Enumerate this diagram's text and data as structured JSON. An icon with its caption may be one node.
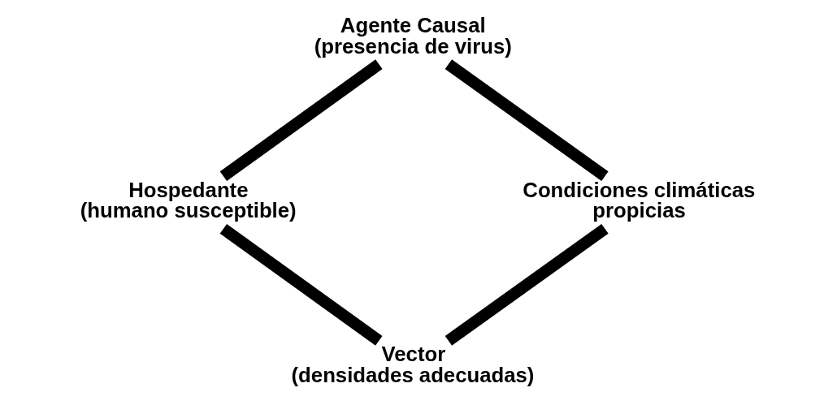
{
  "diagram": {
    "nodes": [
      {
        "text": [
          "Agente Causal",
          "(presencia de virus)"
        ]
      },
      {
        "text": [
          "Hospedante",
          "(humano susceptible)"
        ]
      },
      {
        "text": [
          "Condiciones climáticas propicias"
        ]
      },
      {
        "text": [
          "Vector",
          "(densidades adecuadas)"
        ]
      }
    ],
    "edges": [
      {
        "from": 0,
        "to": 2,
        "arrow": "none"
      },
      {
        "from": 2,
        "to": 3,
        "arrow": "none"
      },
      {
        "from": 1,
        "to": 3,
        "arrow": "none"
      },
      {
        "from": 0,
        "to": 1,
        "arrow": "none"
      }
    ]
  }
}
